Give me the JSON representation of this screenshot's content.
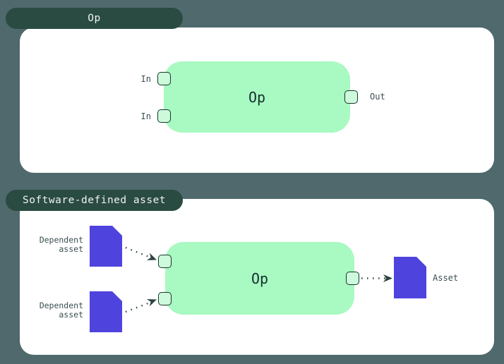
{
  "colors": {
    "background": "#4f696c",
    "tab_fill": "#2a4b42",
    "tab_text": "#eef3ef",
    "panel_fill": "#ffffff",
    "node_fill": "#a9f9c2",
    "node_text": "#15312e",
    "port_fill": "#ccfadb",
    "port_border": "#1a352e",
    "asset_fill": "#4f43de",
    "label_text": "#3a4e50",
    "arrow": "#2b423e"
  },
  "op_section": {
    "tab_label": "Op",
    "node_label": "Op",
    "input_labels": [
      "In",
      "In"
    ],
    "output_label": "Out"
  },
  "sda_section": {
    "tab_label": "Software-defined asset",
    "node_label": "Op",
    "dependent_asset_labels": [
      "Dependent\nasset",
      "Dependent\nasset"
    ],
    "output_asset_label": "Asset"
  }
}
